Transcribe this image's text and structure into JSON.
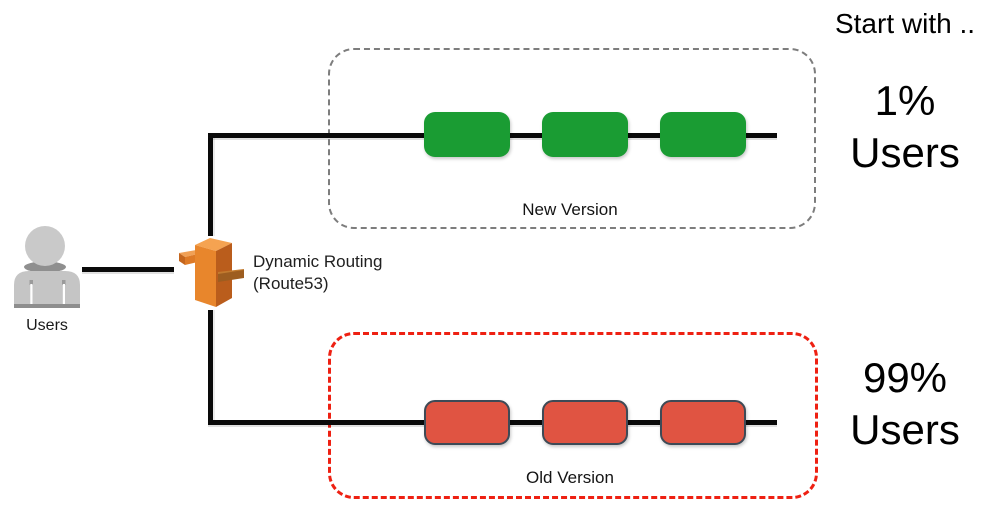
{
  "title": "Start with ..",
  "users": {
    "label": "Users",
    "icon": "person-icon",
    "icon_color": "#c9c9c9"
  },
  "router": {
    "label_line1": "Dynamic Routing",
    "label_line2": "(Route53)",
    "icon": "route53-prism-icon",
    "icon_color": "#e8862c"
  },
  "new_version": {
    "label": "New Version",
    "node_count": 3,
    "node_color": "#1a9c33",
    "node_border_color": "transparent",
    "outline_color": "#7d7d7d",
    "traffic_percent": "1%",
    "traffic_label": "Users"
  },
  "old_version": {
    "label": "Old Version",
    "node_count": 3,
    "node_color": "#e05442",
    "node_border_color": "#3e4a56",
    "outline_color": "#ee2012",
    "traffic_percent": "99%",
    "traffic_label": "Users"
  },
  "connector_color": "#0a0a0a"
}
